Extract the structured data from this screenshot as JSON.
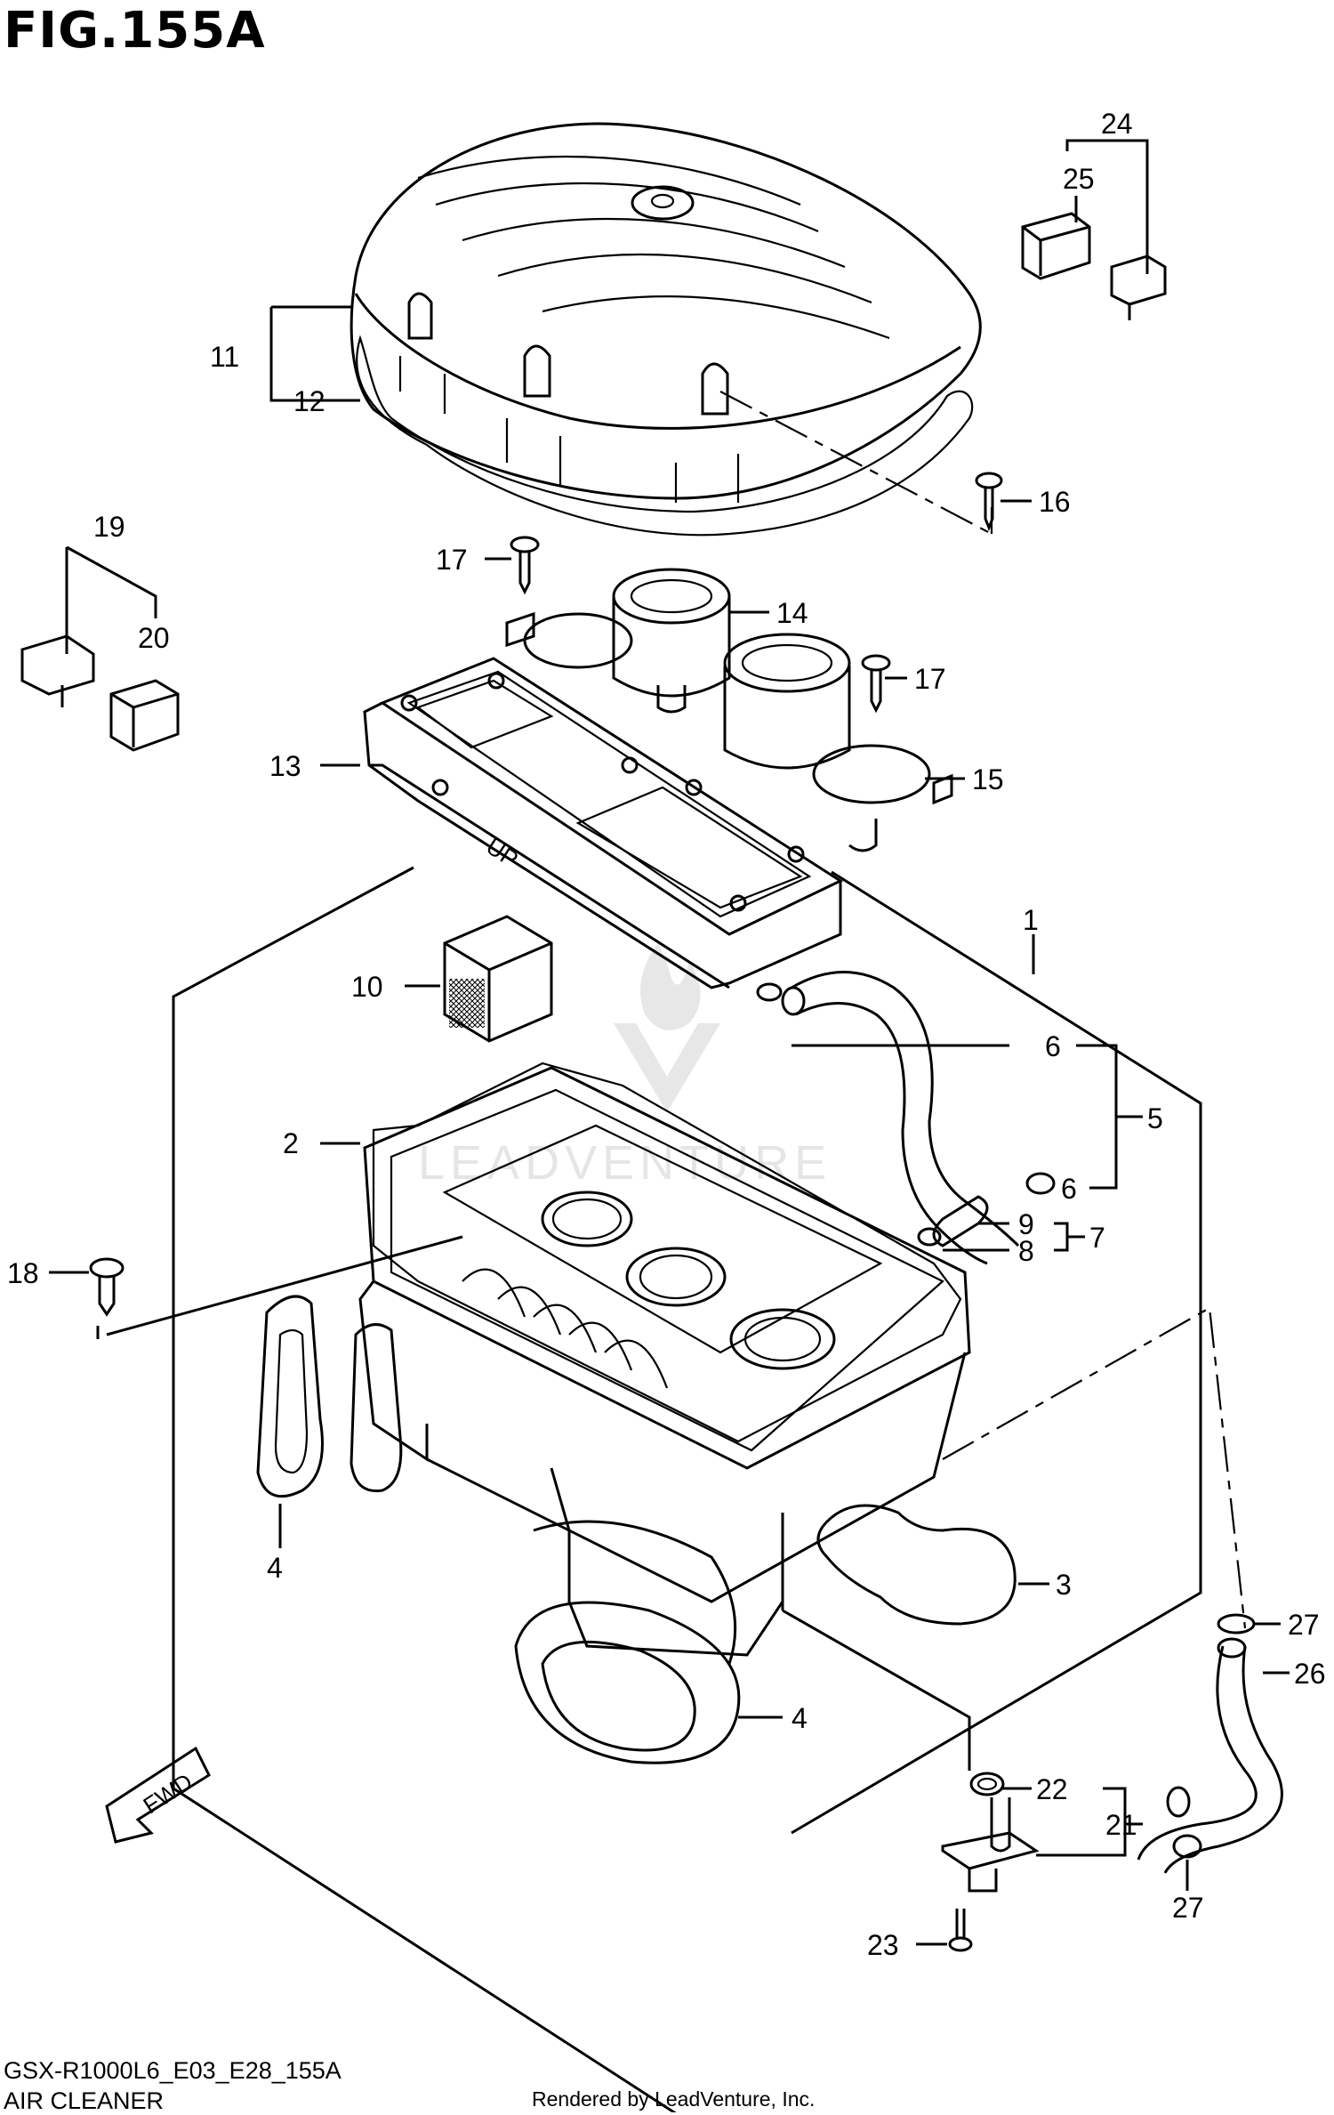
{
  "title": "FIG.155A",
  "footer": {
    "code": "GSX-R1000L6_E03_E28_155A",
    "name": "AIR CLEANER",
    "credit": "Rendered by LeadVenture, Inc."
  },
  "watermark": "LEADVENTURE",
  "fwd_label": "FWD",
  "filter_mark": "UP",
  "callouts": [
    "1",
    "2",
    "3",
    "4",
    "4",
    "5",
    "6",
    "6",
    "7",
    "8",
    "9",
    "10",
    "11",
    "12",
    "13",
    "14",
    "15",
    "16",
    "17",
    "17",
    "18",
    "19",
    "20",
    "21",
    "22",
    "23",
    "24",
    "25",
    "26",
    "27",
    "27"
  ]
}
